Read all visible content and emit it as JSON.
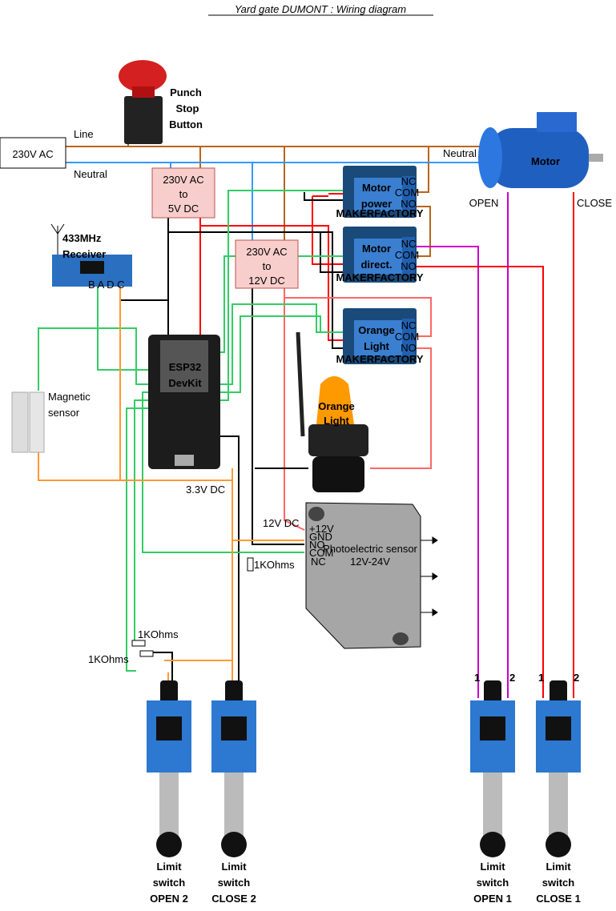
{
  "title": "Yard gate DUMONT : Wiring diagram",
  "power": {
    "source": "230V AC",
    "line": "Line",
    "neutral": "Neutral",
    "neutral_motor": "Neutral"
  },
  "stop_button": {
    "label": [
      "Punch",
      "Stop",
      "Button"
    ]
  },
  "converters": {
    "psu5": [
      "230V AC",
      "to",
      "5V DC"
    ],
    "psu12": [
      "230V AC",
      "to",
      "12V DC"
    ]
  },
  "relays": [
    {
      "label": [
        "Motor",
        "power"
      ],
      "brand": "MAKERFACTORY"
    },
    {
      "label": [
        "Motor",
        "direct."
      ],
      "brand": "MAKERFACTORY"
    },
    {
      "label": [
        "Orange",
        "Light"
      ],
      "brand": "MAKERFACTORY"
    }
  ],
  "relay_terminals": [
    "NC",
    "COM",
    "NO"
  ],
  "motor": {
    "label": "Motor",
    "open": "OPEN",
    "close": "CLOSE"
  },
  "receiver": {
    "label": [
      "433MHz",
      "Receiver"
    ],
    "pins": "B A D C"
  },
  "esp32": {
    "label": [
      "ESP32",
      "DevKit"
    ]
  },
  "magnetic_sensor": {
    "label": [
      "Magnetic",
      "sensor"
    ]
  },
  "orange_light": {
    "label": [
      "Orange",
      "Light"
    ]
  },
  "photo_sensor": {
    "label": [
      "Photoelectric sensor",
      "12V-24V"
    ],
    "pins": [
      "+12V",
      "GND",
      "NO",
      "COM",
      "NC"
    ]
  },
  "annotations": {
    "v33": "3.3V DC",
    "v12": "12V DC",
    "r1": "1KOhms",
    "r2": "1KOhms",
    "r3": "1KOhms"
  },
  "switch_pins": [
    "1",
    "2"
  ],
  "limit_switches": [
    {
      "label": [
        "Limit",
        "switch",
        "OPEN 2"
      ]
    },
    {
      "label": [
        "Limit",
        "switch",
        "CLOSE 2"
      ]
    },
    {
      "label": [
        "Limit",
        "switch",
        "OPEN 1"
      ]
    },
    {
      "label": [
        "Limit",
        "switch",
        "CLOSE 1"
      ]
    }
  ],
  "colors": {
    "line": "#b8651b",
    "neutral": "#3399ff",
    "v5": "#ff0000",
    "gnd": "#000000",
    "signal": "#33cc66",
    "v33": "#ff9933",
    "motor_open": "#cc00cc",
    "light": "#ff6666",
    "relay": "#1a4a7a",
    "converter_fill": "#f8cecc"
  }
}
